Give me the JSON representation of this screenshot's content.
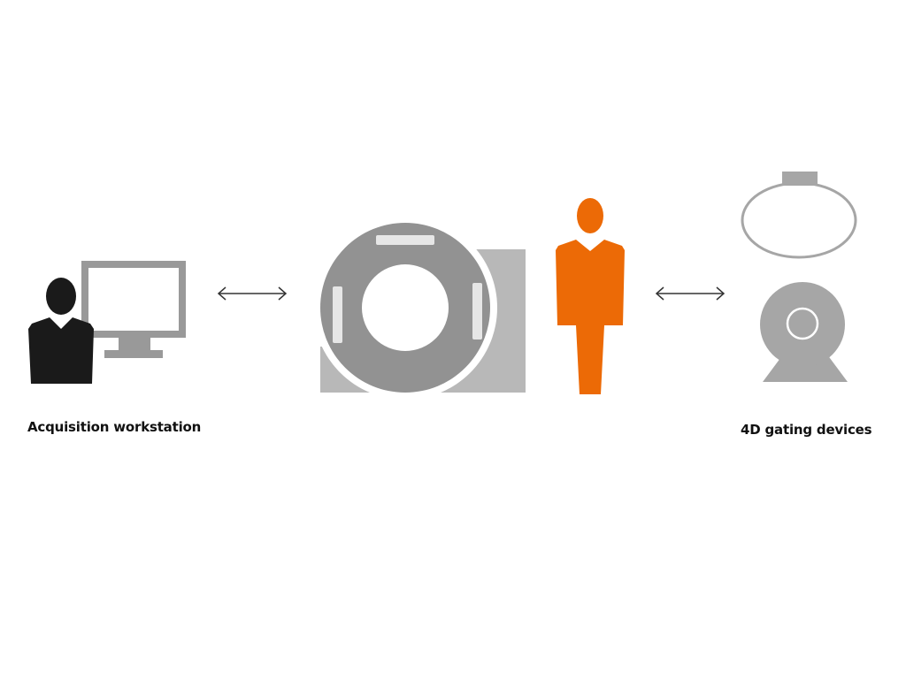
{
  "diagram": {
    "nodes": [
      {
        "id": "workstation",
        "label": "Acquisition workstation",
        "icon": "operator-with-monitor-icon"
      },
      {
        "id": "scanner",
        "label": "",
        "icon": "scanner-gantry-icon"
      },
      {
        "id": "patient",
        "label": "",
        "icon": "patient-person-icon"
      },
      {
        "id": "gating",
        "label": "4D gating devices",
        "icon": "respiratory-belt-and-camera-icon"
      }
    ],
    "edges": [
      {
        "from": "workstation",
        "to": "scanner",
        "type": "bidirectional-arrow"
      },
      {
        "from": "patient",
        "to": "gating",
        "type": "bidirectional-arrow"
      }
    ],
    "colors": {
      "operator": "#1a1a1a",
      "monitor": "#999999",
      "gantry": "#929292",
      "gantry_base": "#b8b8b8",
      "detector": "#e6e6e6",
      "patient": "#ec6a06",
      "device": "#a6a6a6",
      "arrow": "#333333"
    }
  }
}
